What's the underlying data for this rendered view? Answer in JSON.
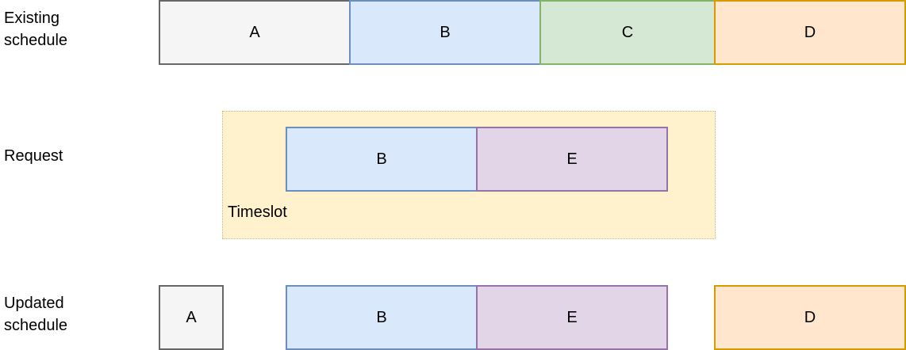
{
  "rows": {
    "existing_label": "Existing\nschedule",
    "request_label": "Request",
    "updated_label": "Updated\nschedule"
  },
  "timeslot_label": "Timeslot",
  "colors": {
    "A": {
      "fill": "#f5f5f5",
      "stroke": "#666666"
    },
    "B": {
      "fill": "#dae8fc",
      "stroke": "#6c8ebf"
    },
    "C": {
      "fill": "#d5e8d4",
      "stroke": "#82b366"
    },
    "D": {
      "fill": "#ffe6cc",
      "stroke": "#d79b00"
    },
    "E": {
      "fill": "#e1d5e7",
      "stroke": "#9673a6"
    },
    "timeslot": {
      "fill": "#fff2cc",
      "stroke": "#d6b656"
    }
  },
  "existing": {
    "A": "A",
    "B": "B",
    "C": "C",
    "D": "D"
  },
  "request": {
    "B": "B",
    "E": "E"
  },
  "updated": {
    "A": "A",
    "B": "B",
    "E": "E",
    "D": "D"
  }
}
